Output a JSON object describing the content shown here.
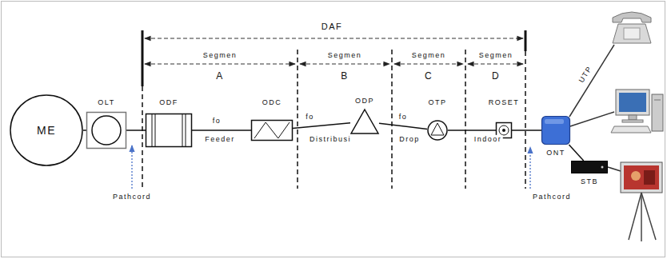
{
  "diagram": {
    "nodes": [
      {
        "text": [
          "ME"
        ]
      },
      {
        "text": [
          "OLT"
        ]
      },
      {
        "text": [
          "ODF"
        ]
      },
      {
        "text": [
          "ODC"
        ]
      },
      {
        "text": [
          "ODP"
        ]
      },
      {
        "text": [
          "OTP"
        ]
      },
      {
        "text": [
          "ROSET"
        ]
      },
      {
        "text": [
          "ONT"
        ]
      },
      {
        "text": [
          "STB"
        ]
      }
    ],
    "edges": [
      {
        "from": 0,
        "to": 1,
        "arrow": "none"
      },
      {
        "from": 1,
        "to": 2,
        "arrow": "none"
      },
      {
        "from": 2,
        "to": 3,
        "label": "fo",
        "arrow": "none"
      },
      {
        "from": 3,
        "to": 4,
        "label": "fo",
        "arrow": "none"
      },
      {
        "from": 4,
        "to": 5,
        "label": "fo",
        "arrow": "none"
      },
      {
        "from": 5,
        "to": 6,
        "arrow": "none"
      },
      {
        "from": 6,
        "to": 7,
        "arrow": "none"
      },
      {
        "from": 7,
        "to": 8,
        "arrow": "none"
      }
    ],
    "labels": [
      "DAF",
      "Segmen",
      "A",
      "Segmen",
      "B",
      "Segmen",
      "C",
      "Segmen",
      "D",
      "Feeder",
      "Distribusi",
      "Drop",
      "Indoor",
      "UTP",
      "Pathcord",
      "Pathcord"
    ]
  }
}
